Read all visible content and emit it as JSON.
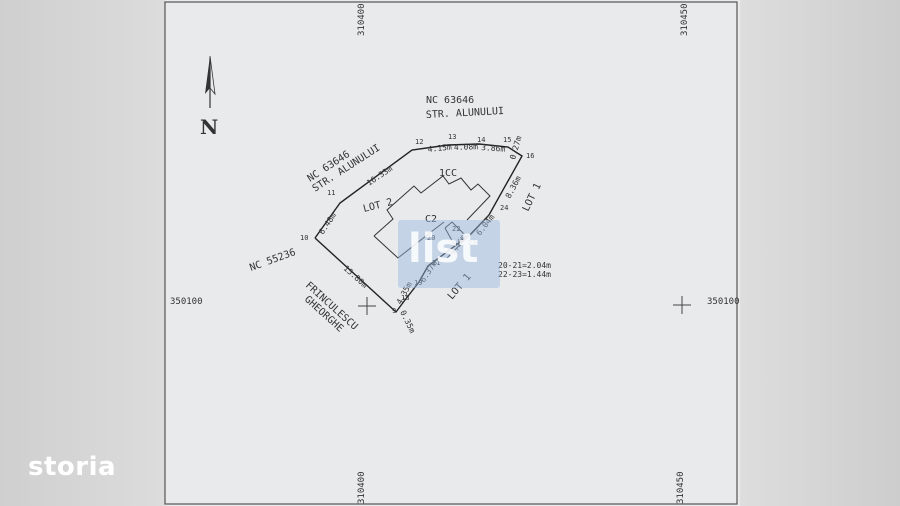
{
  "brand": "storia",
  "watermark": "list",
  "grid": {
    "x_top_left": "310400",
    "x_top_right": "310450",
    "x_bottom_left": "310400",
    "x_bottom_right": "310450",
    "y_left": "350100",
    "y_right": "350100"
  },
  "north_label": "N",
  "labels": {
    "nc_top": "NC 63646",
    "street_top": "STR. ALUNULUI",
    "nc_left": "NC 63646",
    "street_left": "STR. ALUNULUI",
    "nc_55236": "NC 55236",
    "owner_1": "FRINCULESCU",
    "owner_2": "GHEORGHE",
    "lot2": "LOT 2",
    "lot1_right": "LOT 1",
    "lot1_bottom": "LOT 1",
    "icc": "1CC",
    "c2": "C2",
    "note_1": "20-21=2.04m",
    "note_2": "22-23=1.44m"
  },
  "points": [
    "9",
    "10",
    "11",
    "12",
    "13",
    "14",
    "15",
    "16",
    "18",
    "19",
    "20",
    "21",
    "22",
    "23",
    "24"
  ],
  "dimensions": {
    "d_10_11": "6.48m",
    "d_11_12": "16.33m",
    "d_12_13": "4.15m",
    "d_13_14": "4.08m",
    "d_14_15": "3.86m",
    "d_15_16": "0.27m",
    "d_16_24": "8.36m",
    "d_24_21": "6.04m",
    "d_22_19": "4.16m",
    "d_21_18": "6.37m",
    "d_19_9": "4.35m",
    "d_9_10": "15.80m",
    "d_9": "0.35m"
  }
}
